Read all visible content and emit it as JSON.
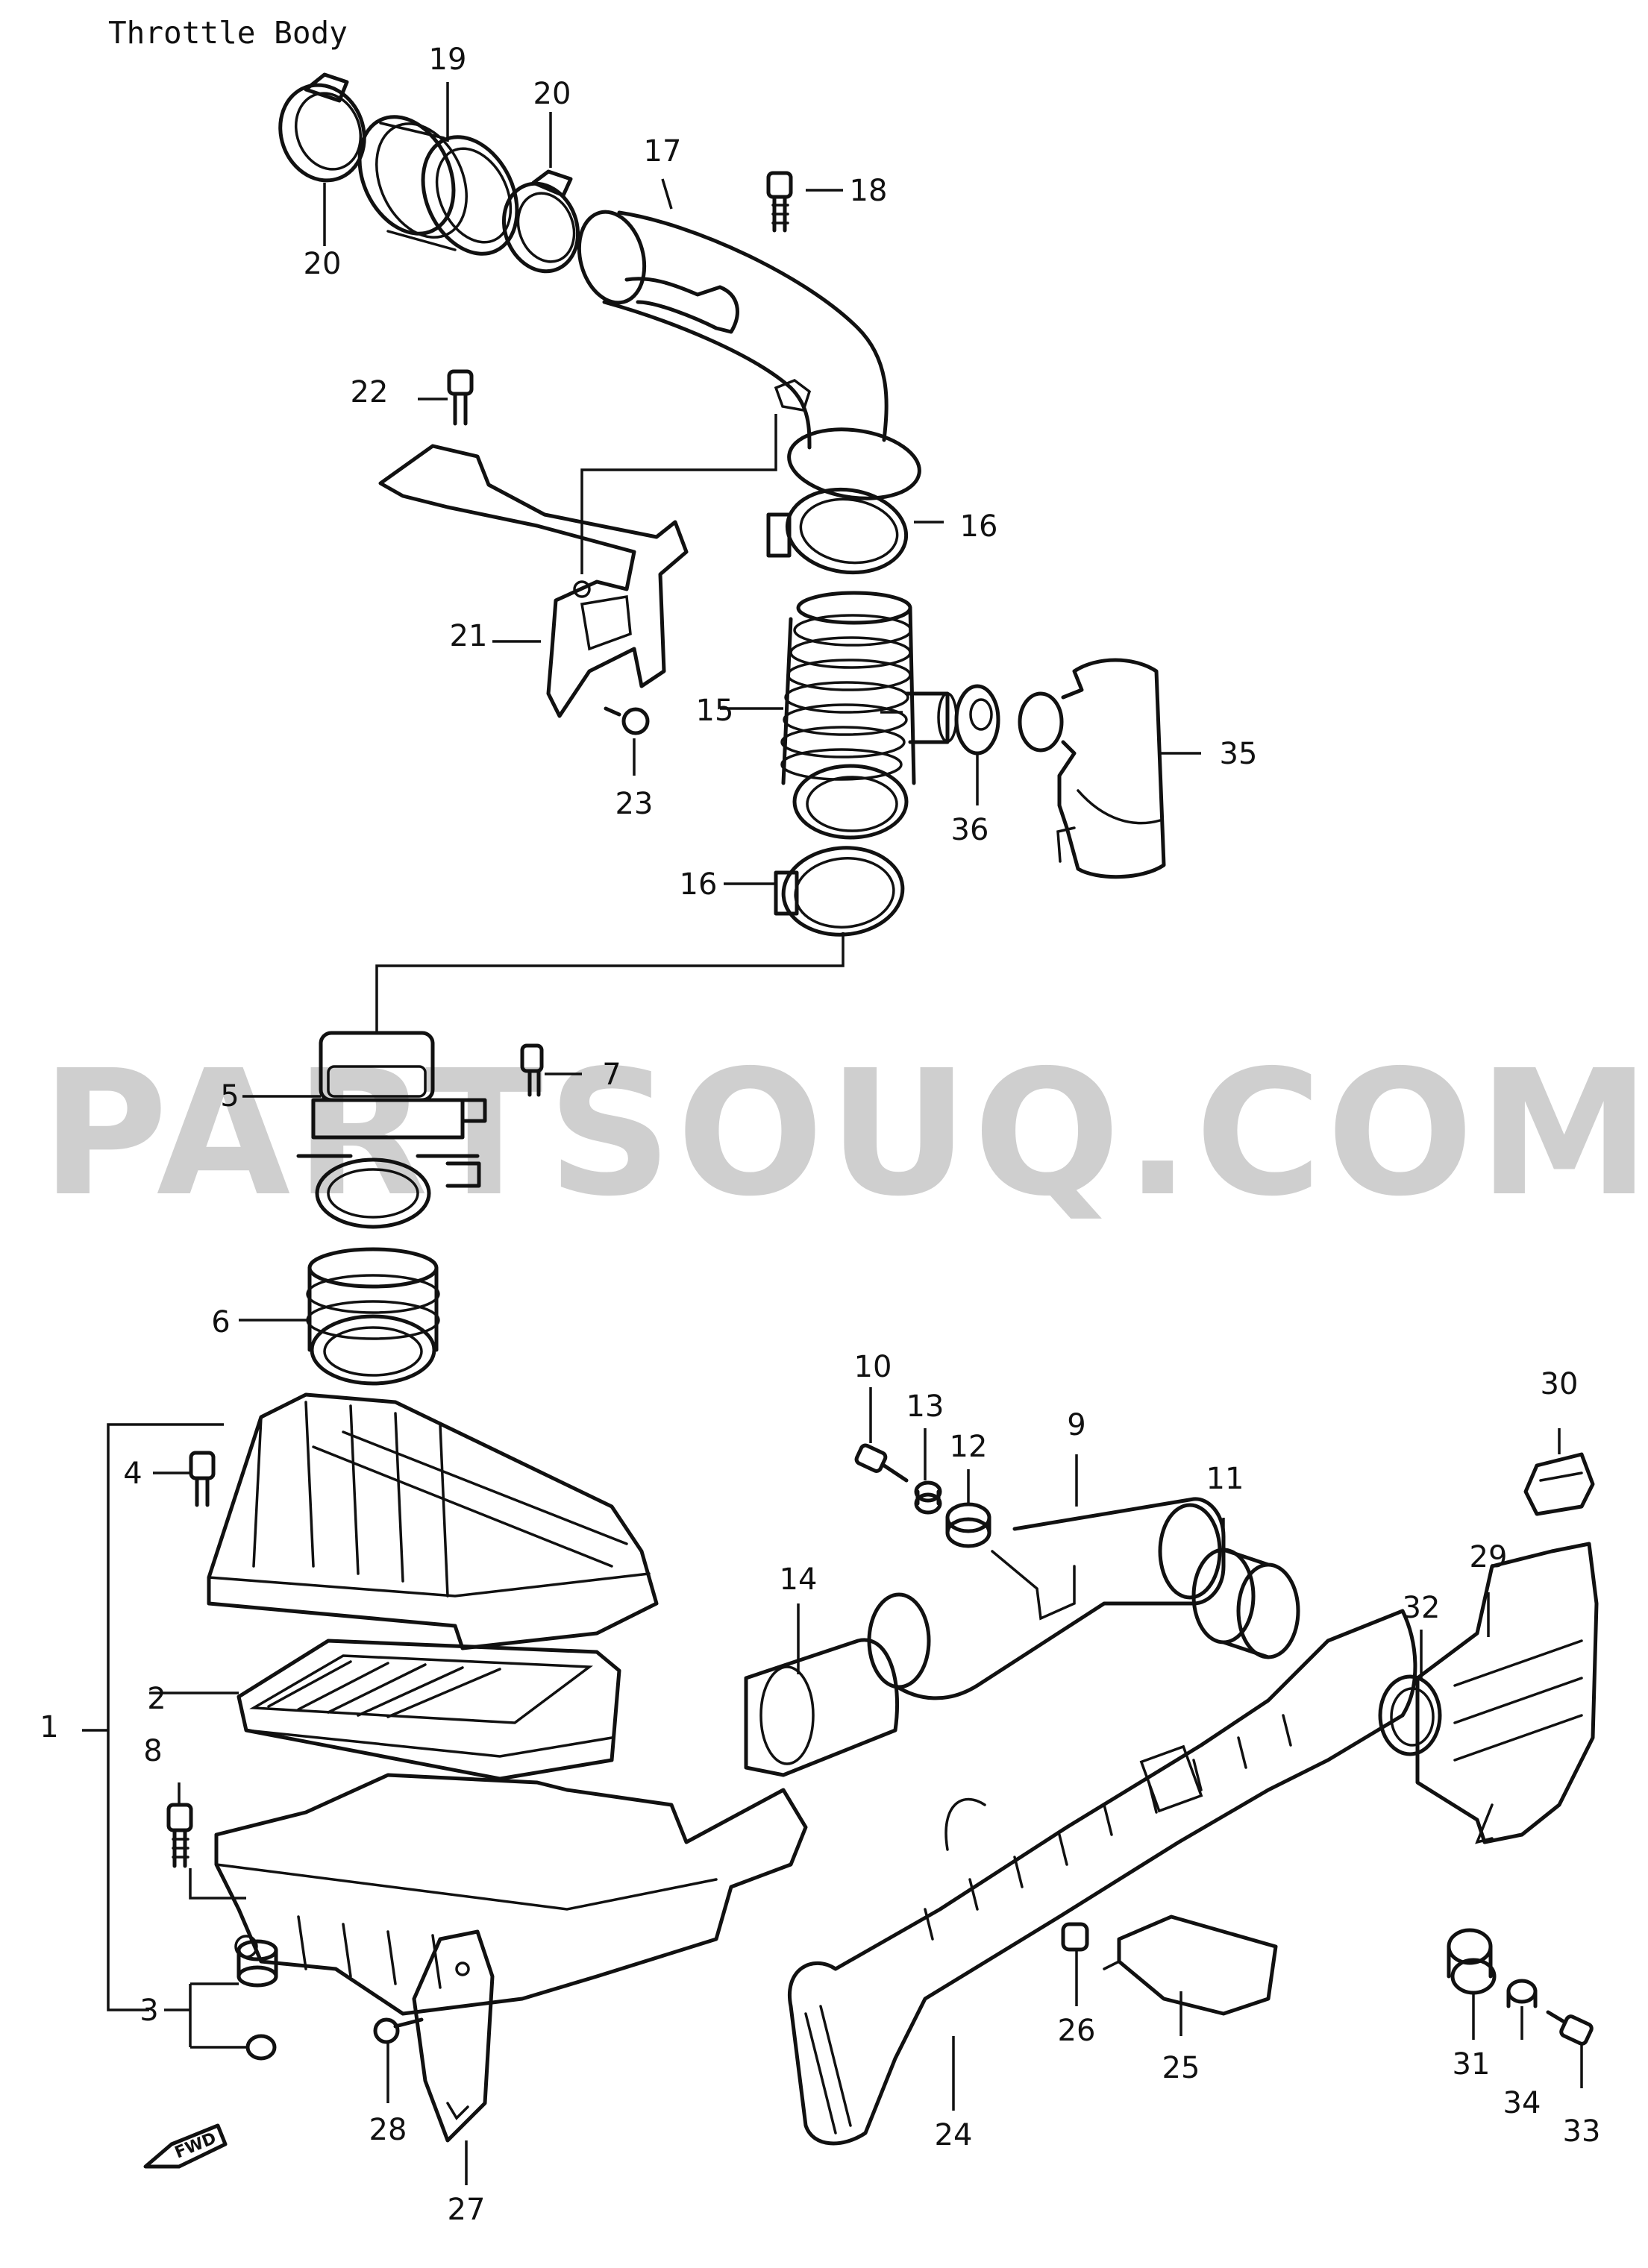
{
  "title": "Throttle Body",
  "watermark": "PARTSOUQ.COM",
  "fwd_label": "FWD",
  "callouts": {
    "c1": "1",
    "c2": "2",
    "c3": "3",
    "c4": "4",
    "c5": "5",
    "c6": "6",
    "c7": "7",
    "c8": "8",
    "c9": "9",
    "c10": "10",
    "c11": "11",
    "c12": "12",
    "c13": "13",
    "c14": "14",
    "c15": "15",
    "c16a": "16",
    "c16b": "16",
    "c17": "17",
    "c18": "18",
    "c19": "19",
    "c20a": "20",
    "c20b": "20",
    "c21": "21",
    "c22": "22",
    "c23": "23",
    "c24": "24",
    "c25": "25",
    "c26": "26",
    "c27": "27",
    "c28": "28",
    "c29": "29",
    "c30": "30",
    "c31": "31",
    "c32": "32",
    "c33": "33",
    "c34": "34",
    "c35": "35",
    "c36": "36"
  }
}
